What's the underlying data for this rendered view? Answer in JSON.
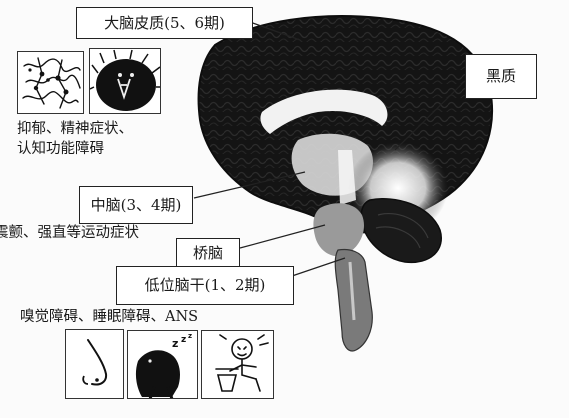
{
  "labels": {
    "cortex": "大脑皮质(5、6期)",
    "substantia_nigra": "黑质",
    "midbrain": "中脑(3、4期)",
    "pons": "桥脑",
    "lower_brainstem": "低位脑干(1、2期)"
  },
  "captions": {
    "cortex_symptoms_line1": "抑郁、精神症状、",
    "cortex_symptoms_line2": "认知功能障碍",
    "midbrain_symptoms": "震颤、强直等运动症状",
    "brainstem_symptoms": "嗅觉障碍、睡眠障碍、ANS"
  },
  "icons": {
    "cortex_left": "neuron-tangle-icon",
    "cortex_right": "hedgehog-head-icon",
    "smell": "nose-icon",
    "sleep": "sleeping-figure-icon",
    "ans": "toilet-figure-icon"
  },
  "colors": {
    "brain_dark": "#121212",
    "brain_highlight": "#ffffff",
    "box_border": "#222222"
  }
}
